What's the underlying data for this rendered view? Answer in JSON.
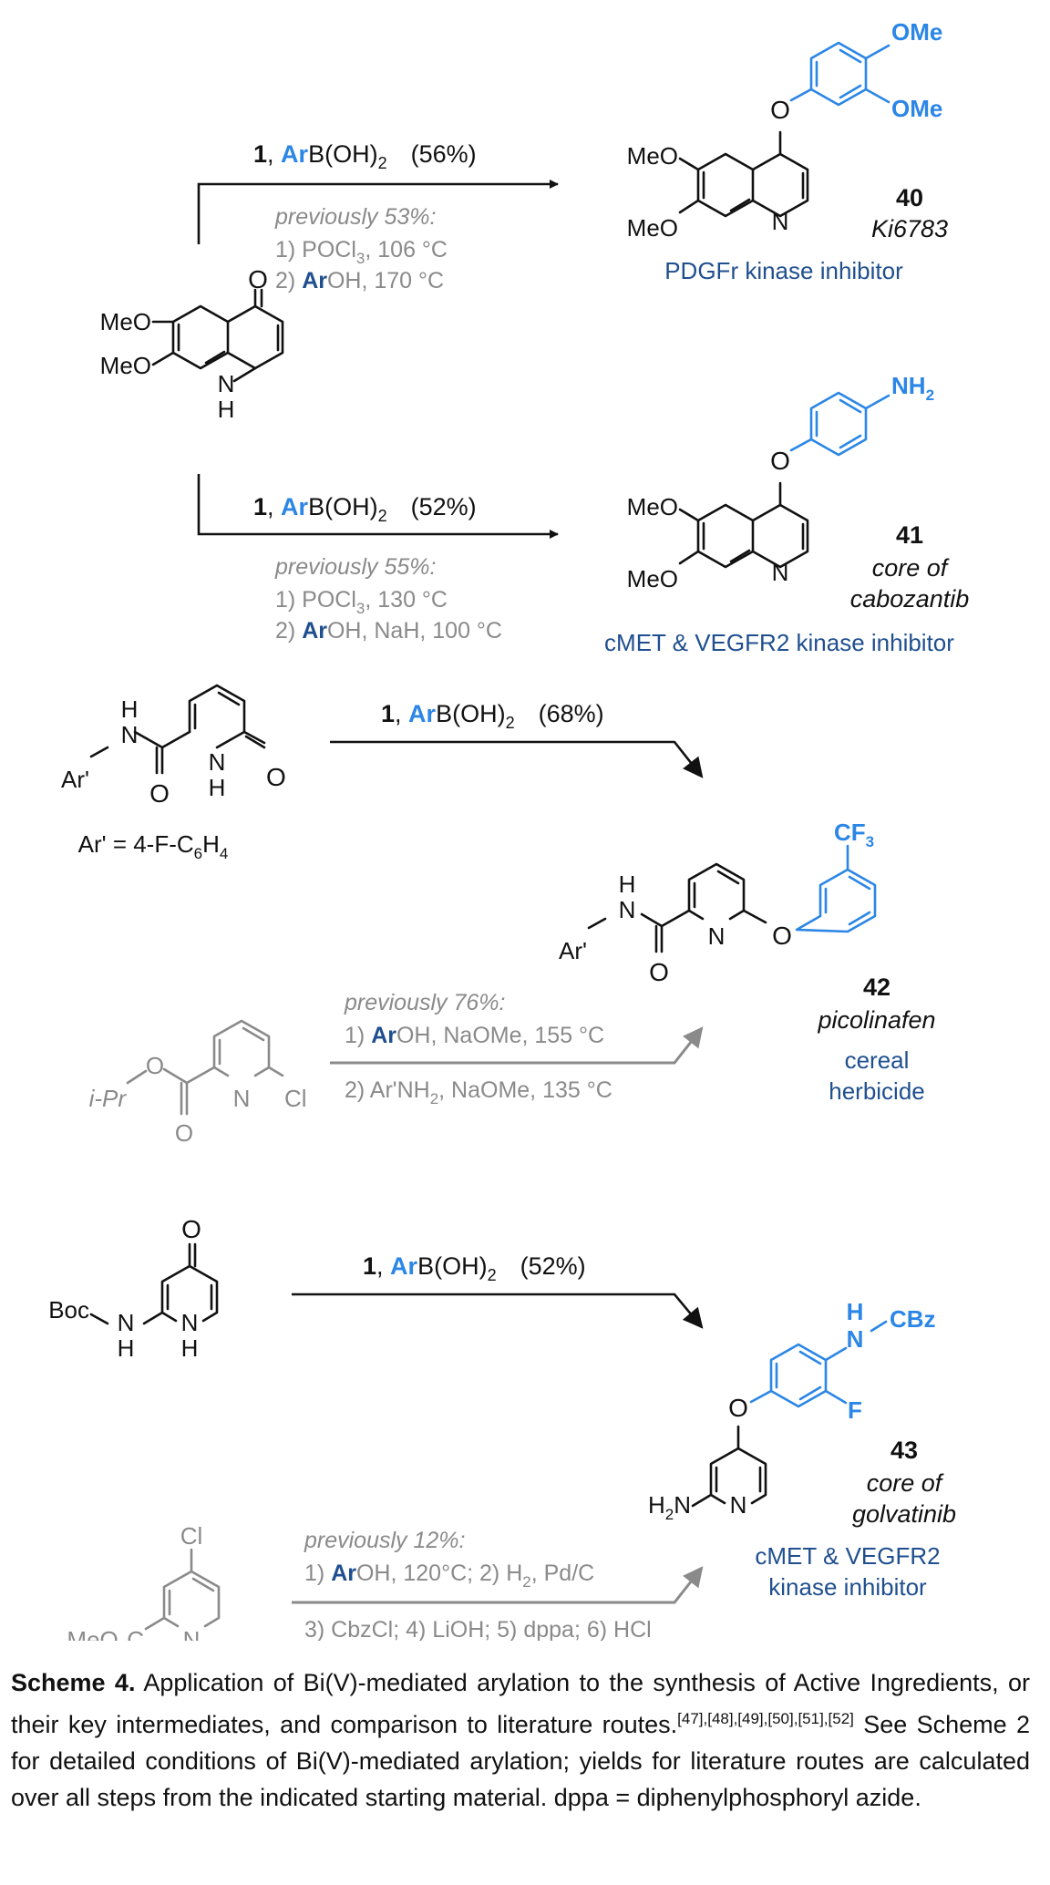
{
  "reagent": {
    "num": "1",
    "sep": ", ",
    "ar": "Ar",
    "rest": "B(OH)",
    "sub": "2"
  },
  "reactions": [
    {
      "yield": "(56%)",
      "previously": "previously 53%:",
      "step1_a": "1) POCl",
      "step1_sub": "3",
      "step1_b": ", 106 °C",
      "step2_ar": "Ar",
      "step2_b": "OH, 170 °C"
    },
    {
      "yield": "(52%)",
      "previously": "previously 55%:",
      "step1_a": "1) POCl",
      "step1_sub": "3",
      "step1_b": ", 130 °C",
      "step2_ar": "Ar",
      "step2_b": "OH, NaH, 100 °C"
    },
    {
      "yield": "(68%)",
      "previously": "previously 76%:",
      "step1_a": "1) ",
      "step1_ar": "Ar",
      "step1_b": "OH, NaOMe, 155 °C",
      "step2_a": "2) Ar'NH",
      "step2_sub": "2",
      "step2_b": ", NaOMe, 135 °C"
    },
    {
      "yield": "(52%)",
      "previously": "previously 12%:",
      "step1_a": "1) ",
      "step1_ar": "Ar",
      "step1_b": "OH, 120°C;  2) H",
      "step1_sub": "2",
      "step1_c": ", Pd/C",
      "step2": "3) CbzCl;  4) LiOH;  5) dppa;  6) HCl"
    }
  ],
  "products": [
    {
      "num": "40",
      "name": "Ki6783",
      "use": "PDGFr kinase inhibitor"
    },
    {
      "num": "41",
      "name1": "core of",
      "name2": "cabozantib",
      "use": "cMET & VEGFR2 kinase inhibitor"
    },
    {
      "num": "42",
      "name": "picolinafen",
      "use1": "cereal",
      "use2": "herbicide"
    },
    {
      "num": "43",
      "name1": "core of",
      "name2": "golvatinib",
      "use1": "cMET & VEGFR2",
      "use2": "kinase inhibitor"
    }
  ],
  "atoms": {
    "OMe": "OMe",
    "MeO": "MeO",
    "O": "O",
    "N": "N",
    "H": "H",
    "NH2": "NH",
    "two": "2",
    "CF3": "CF",
    "three": "3",
    "Ar_prime": "Ar'",
    "ar_def_a": "Ar' = 4-F-C",
    "ar_def_6": "6",
    "ar_def_H": "H",
    "ar_def_4": "4",
    "iPr": "i-Pr",
    "Cl": "Cl",
    "Boc": "Boc",
    "CBz": "CBz",
    "F": "F",
    "H2N": "H",
    "MeO2C": "MeO",
    "C": "C"
  },
  "caption": {
    "label": "Scheme 4.",
    "text1": " Application of Bi(V)-mediated arylation to the synthesis of Active Ingredients, or their key intermediates, and comparison to literature routes.",
    "refs": "[47],[48],[49],[50],[51],[52]",
    "text2": " See Scheme 2 for detailed conditions of Bi(V)-mediated arylation; yields for literature routes are calculated over all steps from the indicated starting material. dppa = diphenylphosphoryl azide."
  },
  "colors": {
    "aryl": "#2b86e6",
    "label": "#1f4f8f",
    "old_route": "#8a8a8a"
  }
}
